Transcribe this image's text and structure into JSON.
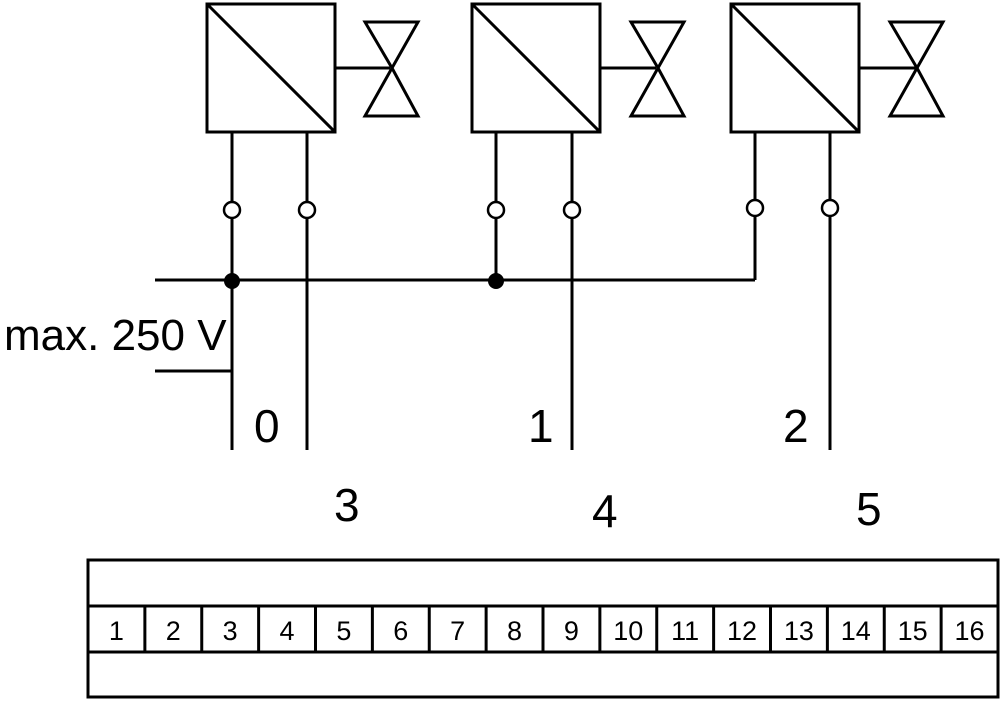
{
  "supply_label": "max. 250 V",
  "terminal_labels": [
    "0",
    "1",
    "2"
  ],
  "group_labels": [
    "3",
    "4",
    "5"
  ],
  "terminal_strip": [
    "1",
    "2",
    "3",
    "4",
    "5",
    "6",
    "7",
    "8",
    "9",
    "10",
    "11",
    "12",
    "13",
    "14",
    "15",
    "16"
  ]
}
